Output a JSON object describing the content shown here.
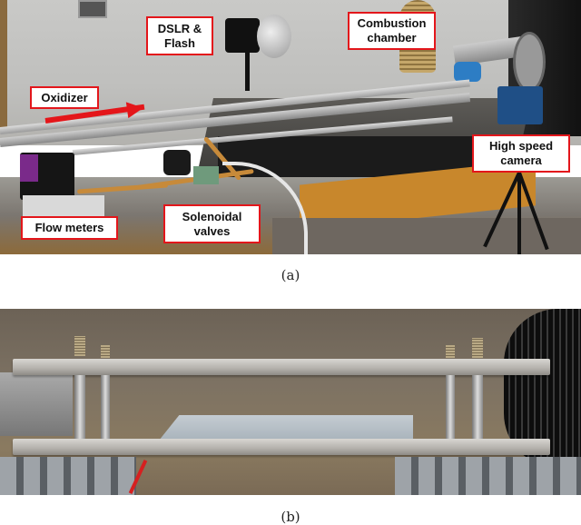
{
  "figure": {
    "panels": [
      {
        "id": "a",
        "caption": "(a)",
        "description": "Photograph of the experimental setup",
        "labels": {
          "dslr_flash": "DSLR &\nFlash",
          "combustion_chamber": "Combustion\nchamber",
          "oxidizer": "Oxidizer",
          "high_speed_camera": "High speed\ncamera",
          "flow_meters": "Flow meters",
          "solenoidal_valves": "Solenoidal\nvalves"
        },
        "annotation_colors": {
          "box_border": "#e3161b",
          "box_fill": "#ffffff",
          "arrow": "#e4161a"
        }
      },
      {
        "id": "b",
        "caption": "(b)",
        "description": "Close-up photograph of the combustion chamber plates with sample"
      }
    ]
  }
}
